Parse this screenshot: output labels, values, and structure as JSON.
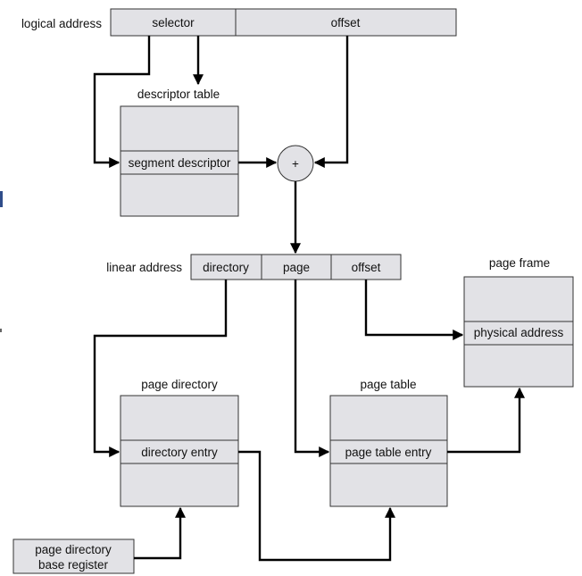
{
  "logical_address": {
    "label": "logical address",
    "fields": {
      "selector": "selector",
      "offset": "offset"
    }
  },
  "descriptor_table": {
    "title": "descriptor table",
    "entry": "segment descriptor"
  },
  "adder": {
    "symbol": "+"
  },
  "linear_address": {
    "label": "linear address",
    "fields": {
      "directory": "directory",
      "page": "page",
      "offset": "offset"
    }
  },
  "page_directory": {
    "title": "page directory",
    "entry": "directory entry"
  },
  "page_table": {
    "title": "page table",
    "entry": "page table entry"
  },
  "page_frame": {
    "title": "page frame",
    "entry": "physical address"
  },
  "base_register": {
    "line1": "page directory",
    "line2": "base register"
  },
  "colors": {
    "box_fill": "#e2e2e6",
    "line": "#000000",
    "accent": "#2f4d8a"
  }
}
